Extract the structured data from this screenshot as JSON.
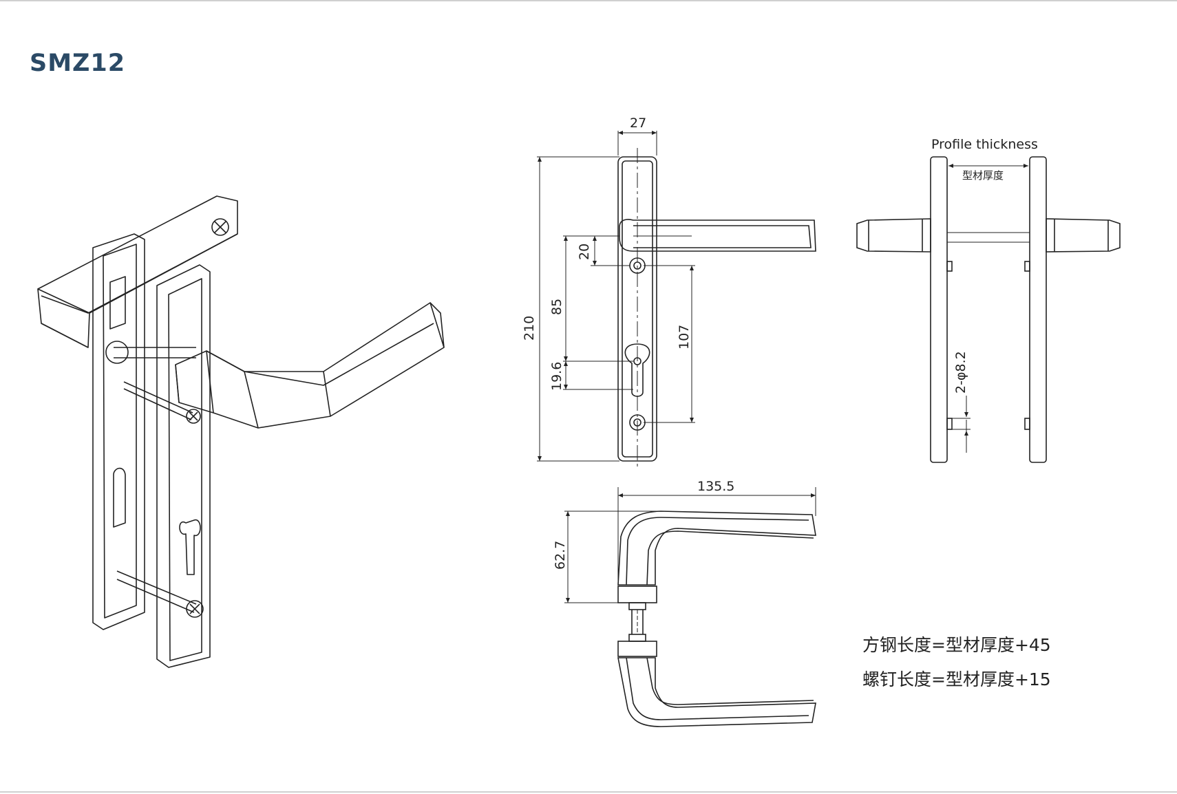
{
  "title": "SMZ12",
  "profile_label": "Profile thickness",
  "profile_label_cn": "型材厚度",
  "dimensions": {
    "width": "27",
    "height": "210",
    "d20": "20",
    "d85": "85",
    "d107": "107",
    "d196": "19.6",
    "lever_length": "135.5",
    "lever_height": "62.7",
    "hole": "2-φ8.2"
  },
  "notes": {
    "spindle": "方钢长度=型材厚度+45",
    "screw": "螺钉长度=型材厚度+15"
  },
  "colors": {
    "title": "#2b4a66",
    "line": "#222222"
  }
}
